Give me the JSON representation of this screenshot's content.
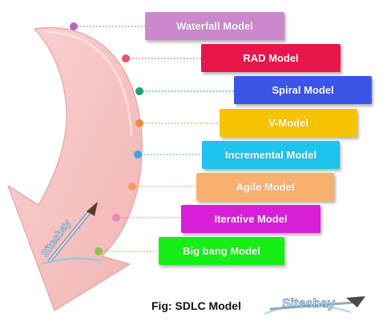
{
  "diagram": {
    "models": [
      {
        "label": "Waterfall Model",
        "color": "#cc88cc",
        "dot": "#b06ab8"
      },
      {
        "label": "RAD Model",
        "color": "#e8164a",
        "dot": "#e0557a"
      },
      {
        "label": "Spiral Model",
        "color": "#3b55e6",
        "dot": "#159e7e"
      },
      {
        "label": "V-Model",
        "color": "#f5c400",
        "dot": "#f28a3a"
      },
      {
        "label": "Incremental Model",
        "color": "#1ec4ec",
        "dot": "#38a8e0"
      },
      {
        "label": "Agile Model",
        "color": "#f9b06e",
        "dot": "#f29a6a"
      },
      {
        "label": "Iterative Model",
        "color": "#d81ed8",
        "dot": "#e68ab8"
      },
      {
        "label": "Big bang Model",
        "color": "#16ee16",
        "dot": "#86c548"
      }
    ],
    "arrow_color": "#f6c4c4",
    "caption": "Fig: SDLC Model",
    "watermark": "Sitesbay"
  }
}
